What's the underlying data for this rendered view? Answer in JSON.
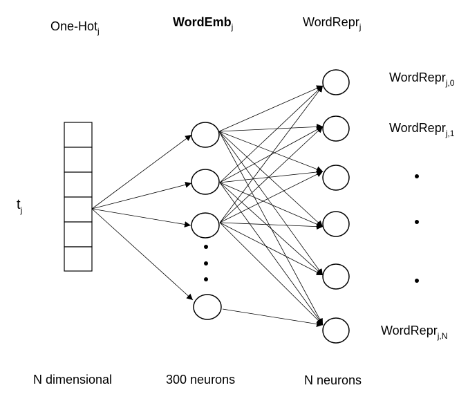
{
  "headers": {
    "onehot": "One-Hot",
    "onehot_sub": "j",
    "wordemb": "WordEmb",
    "wordemb_sub": "j",
    "wordrepr": "WordRepr",
    "wordrepr_sub": "j"
  },
  "input_label": {
    "text": "t",
    "sub": "j"
  },
  "output_labels": [
    {
      "text": "WordRepr",
      "sub": "j,0"
    },
    {
      "text": "WordRepr",
      "sub": "j,1"
    },
    {
      "text": "WordRepr",
      "sub": "j,N"
    }
  ],
  "footers": {
    "onehot": "N dimensional",
    "wordemb": "300 neurons",
    "wordrepr": "N neurons"
  }
}
